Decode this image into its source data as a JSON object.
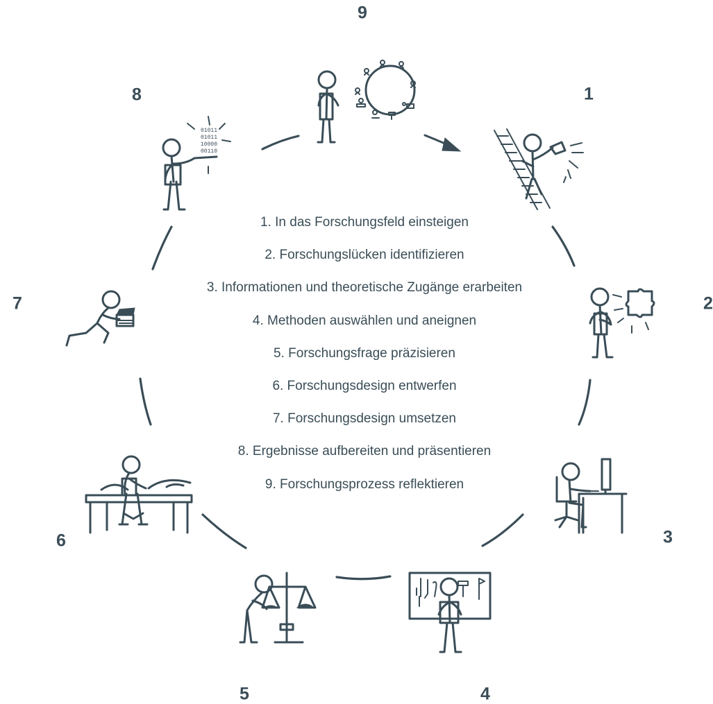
{
  "diagram": {
    "cycle_numbers": [
      "1",
      "2",
      "3",
      "4",
      "5",
      "6",
      "7",
      "8",
      "9"
    ],
    "steps": [
      "1. In das Forschungsfeld einsteigen",
      "2. Forschungslücken identifizieren",
      "3. Informationen und theoretische Zugänge erarbeiten",
      "4. Methoden auswählen und aneignen",
      "5. Forschungsfrage präzisieren",
      "6. Forschungsdesign entwerfen",
      "7. Forschungsdesign umsetzen",
      "8. Ergebnisse aufbereiten und präsentieren",
      "9. Forschungsprozess reflektieren"
    ],
    "binary_sign": [
      "01011",
      "01011",
      "10000",
      "00110"
    ],
    "colors": {
      "ink": "#3a4d57",
      "background": "#ffffff"
    },
    "icons": [
      "reflecting-person-icon",
      "climbing-ladder-flashlight-icon",
      "puzzle-thinking-person-icon",
      "desk-computer-person-icon",
      "tool-wall-person-icon",
      "scale-weighing-person-icon",
      "drafting-desk-person-icon",
      "clapperboard-running-person-icon",
      "binary-tray-presenter-icon"
    ]
  }
}
